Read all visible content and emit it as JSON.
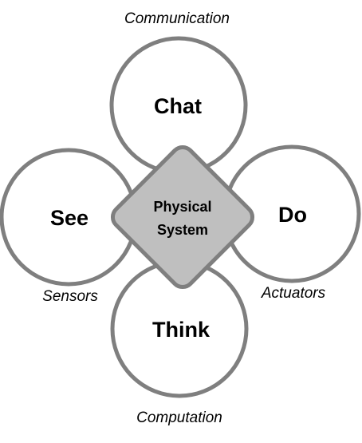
{
  "colors": {
    "circle_fill": "#ffffff",
    "outline": "#7f7f7f",
    "diamond_fill": "#bfbfbf",
    "text": "#000000"
  },
  "nodes": {
    "top": {
      "label": "Chat",
      "caption": "Communication"
    },
    "left": {
      "label": "See",
      "caption": "Sensors"
    },
    "right": {
      "label": "Do",
      "caption": "Actuators"
    },
    "bottom": {
      "label": "Think",
      "caption": "Computation"
    }
  },
  "center": {
    "line1": "Physical",
    "line2": "System"
  }
}
